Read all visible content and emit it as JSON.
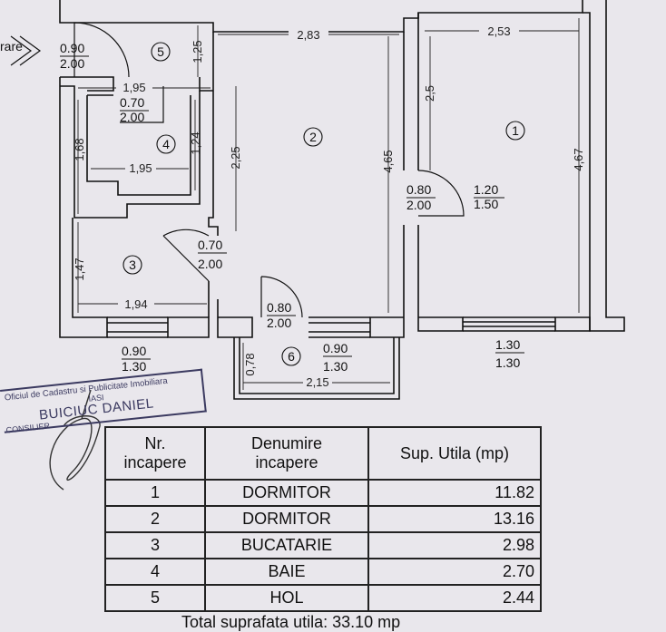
{
  "plan": {
    "entry_label": "rare",
    "rooms": [
      {
        "number": "1"
      },
      {
        "number": "2"
      },
      {
        "number": "3"
      },
      {
        "number": "4"
      },
      {
        "number": "5"
      },
      {
        "number": "6"
      }
    ],
    "openings": {
      "entry_door": {
        "width": "0.90",
        "height": "2.00"
      },
      "bath_door": {
        "width": "0.70",
        "height": "2.00"
      },
      "kitchen_door": {
        "width": "0.70",
        "height": "2.00"
      },
      "room1_door": {
        "width": "0.80",
        "height": "2.00"
      },
      "room1_window_inner": {
        "width": "1.20",
        "height": "1.50"
      },
      "balcony_door": {
        "width": "0.80",
        "height": "2.00"
      },
      "kitchen_window": {
        "width": "0.90",
        "height": "1.30"
      },
      "balcony_window": {
        "width": "0.90",
        "height": "1.30"
      },
      "room1_window": {
        "width": "1.30",
        "height": "1.30"
      }
    },
    "dimensions": {
      "room2_width": "2,83",
      "room1_width": "2,53",
      "hall_height": "1,25",
      "hall_width": "1,95",
      "bath_width": "1,95",
      "bath_left": "1,68",
      "bath_right": "1,24",
      "room2_left": "2,25",
      "room2_right": "4,65",
      "room1_upper": "2,5",
      "room1_height": "4,67",
      "kitchen_height": "1,47",
      "kitchen_width": "1,94",
      "balcony_height": "0,78",
      "balcony_width": "2,15"
    }
  },
  "stamp": {
    "line1": "Oficiul de Cadastru si Publicitate Imobiliara",
    "line2": "IASI",
    "line3": "BUICIUC DANIEL",
    "line4": "CONSILIER"
  },
  "table": {
    "headers": [
      "Nr.\nincapere",
      "Denumire\nincapere",
      "Sup. Utila (mp)"
    ],
    "rows": [
      {
        "nr": "1",
        "name": "DORMITOR",
        "area": "11.82"
      },
      {
        "nr": "2",
        "name": "DORMITOR",
        "area": "13.16"
      },
      {
        "nr": "3",
        "name": "BUCATARIE",
        "area": "2.98"
      },
      {
        "nr": "4",
        "name": "BAIE",
        "area": "2.70"
      },
      {
        "nr": "5",
        "name": "HOL",
        "area": "2.44"
      }
    ],
    "total": "Total suprafata utila: 33.10 mp"
  }
}
